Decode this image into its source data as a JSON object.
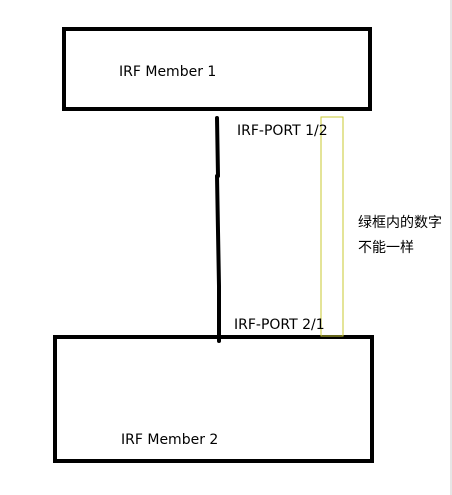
{
  "members": {
    "top": "IRF Member 1",
    "bottom": "IRF Member 2"
  },
  "ports": {
    "top": "IRF-PORT 1/2",
    "bottom": "IRF-PORT 2/1"
  },
  "note": {
    "line1": "绿框内的数字",
    "line2": "不能一样"
  },
  "colors": {
    "box_stroke": "#000000",
    "highlight_box": "#c8c832",
    "background": "#ffffff"
  }
}
